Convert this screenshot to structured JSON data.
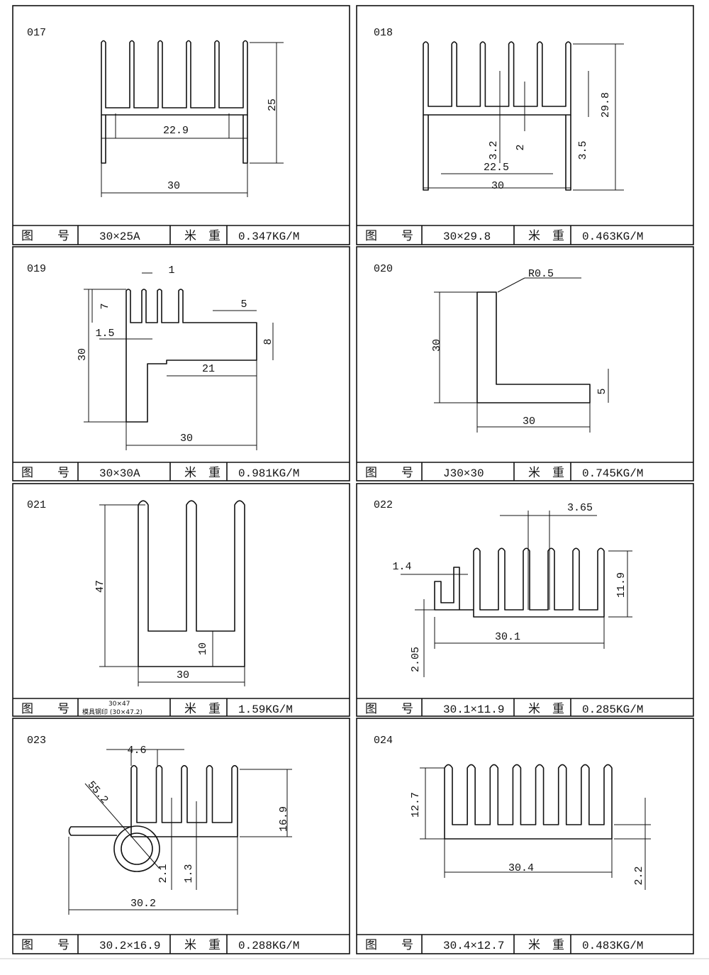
{
  "panels": [
    {
      "id": "017",
      "footer": {
        "label_no": "图　　号",
        "model": "30×25A",
        "label_weight": "米　重",
        "weight": "0.347KG/M"
      },
      "dims": [
        "25",
        "22.9",
        "30"
      ]
    },
    {
      "id": "018",
      "footer": {
        "label_no": "图　　号",
        "model": "30×29.8",
        "label_weight": "米　重",
        "weight": "0.463KG/M"
      },
      "dims": [
        "29.8",
        "3.5",
        "3.2",
        "2",
        "22.5",
        "30"
      ]
    },
    {
      "id": "019",
      "footer": {
        "label_no": "图　　号",
        "model": "30×30A",
        "label_weight": "米　重",
        "weight": "0.981KG/M"
      },
      "dims": [
        "1",
        "7",
        "5",
        "1.5",
        "8",
        "30",
        "21",
        "30"
      ]
    },
    {
      "id": "020",
      "footer": {
        "label_no": "图　　号",
        "model": "J30×30",
        "label_weight": "米　重",
        "weight": "0.745KG/M"
      },
      "dims": [
        "R0.5",
        "30",
        "5",
        "30"
      ]
    },
    {
      "id": "021",
      "footer": {
        "label_no": "图　　号",
        "model": "30×47",
        "model_note": "模具钢印 (30×47.2)",
        "label_weight": "米　重",
        "weight": "1.59KG/M"
      },
      "dims": [
        "47",
        "10",
        "30"
      ]
    },
    {
      "id": "022",
      "footer": {
        "label_no": "图　　号",
        "model": "30.1×11.9",
        "label_weight": "米　重",
        "weight": "0.285KG/M"
      },
      "dims": [
        "3.65",
        "1.4",
        "11.9",
        "30.1",
        "2.05"
      ]
    },
    {
      "id": "023",
      "footer": {
        "label_no": "图　　号",
        "model": "30.2×16.9",
        "label_weight": "米　重",
        "weight": "0.288KG/M"
      },
      "dims": [
        "4.6",
        "55.2",
        "16.9",
        "2.1",
        "1.3",
        "30.2"
      ]
    },
    {
      "id": "024",
      "footer": {
        "label_no": "图　　号",
        "model": "30.4×12.7",
        "label_weight": "米　重",
        "weight": "0.483KG/M"
      },
      "dims": [
        "12.7",
        "30.4",
        "2.2"
      ]
    }
  ]
}
